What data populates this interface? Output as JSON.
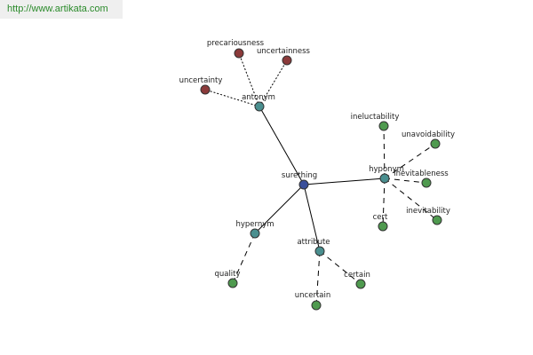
{
  "banner": {
    "link_text": "http://www.artikata.com"
  },
  "colors": {
    "root": "#3a4f9a",
    "relation": "#4a8f8f",
    "antonym_leaf": "#8b3a3a",
    "leaf": "#4f9a4f",
    "banner_text": "#2a8a2a"
  },
  "graph": {
    "root": {
      "label": "surething"
    },
    "relations": [
      {
        "id": "antonym",
        "label": "antonym"
      },
      {
        "id": "hyponym",
        "label": "hyponym"
      },
      {
        "id": "hypernym",
        "label": "hypernym"
      },
      {
        "id": "attribute",
        "label": "attribute"
      }
    ],
    "leaves": [
      {
        "label": "precariousness",
        "parent": "antonym"
      },
      {
        "label": "uncertainness",
        "parent": "antonym"
      },
      {
        "label": "uncertainty",
        "parent": "antonym"
      },
      {
        "label": "ineluctability",
        "parent": "hyponym"
      },
      {
        "label": "unavoidability",
        "parent": "hyponym"
      },
      {
        "label": "inevitableness",
        "parent": "hyponym"
      },
      {
        "label": "inevitability",
        "parent": "hyponym"
      },
      {
        "label": "cert",
        "parent": "hyponym"
      },
      {
        "label": "quality",
        "parent": "hypernym"
      },
      {
        "label": "certain",
        "parent": "attribute"
      },
      {
        "label": "uncertain",
        "parent": "attribute"
      }
    ]
  }
}
